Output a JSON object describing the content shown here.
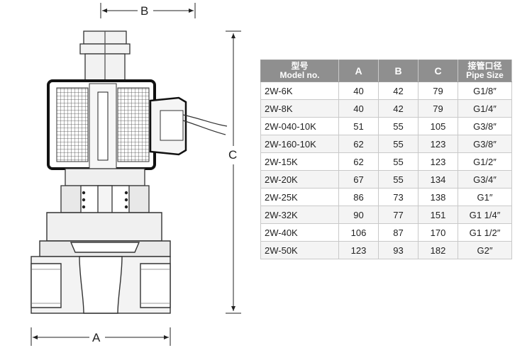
{
  "dimensions": {
    "b_label": "B",
    "a_label": "A",
    "c_label": "C"
  },
  "table": {
    "header": {
      "model_cn": "型号",
      "model_en": "Model no.",
      "col_a": "A",
      "col_b": "B",
      "col_c": "C",
      "pipe_cn": "接管口径",
      "pipe_en": "Pipe Size"
    },
    "rows": [
      {
        "model": "2W-6K",
        "a": "40",
        "b": "42",
        "c": "79",
        "pipe": "G1/8″"
      },
      {
        "model": "2W-8K",
        "a": "40",
        "b": "42",
        "c": "79",
        "pipe": "G1/4″"
      },
      {
        "model": "2W-040-10K",
        "a": "51",
        "b": "55",
        "c": "105",
        "pipe": "G3/8″"
      },
      {
        "model": "2W-160-10K",
        "a": "62",
        "b": "55",
        "c": "123",
        "pipe": "G3/8″"
      },
      {
        "model": "2W-15K",
        "a": "62",
        "b": "55",
        "c": "123",
        "pipe": "G1/2″"
      },
      {
        "model": "2W-20K",
        "a": "67",
        "b": "55",
        "c": "134",
        "pipe": "G3/4″"
      },
      {
        "model": "2W-25K",
        "a": "86",
        "b": "73",
        "c": "138",
        "pipe": "G1″"
      },
      {
        "model": "2W-32K",
        "a": "90",
        "b": "77",
        "c": "151",
        "pipe": "G1 1/4″"
      },
      {
        "model": "2W-40K",
        "a": "106",
        "b": "87",
        "c": "170",
        "pipe": "G1 1/2″"
      },
      {
        "model": "2W-50K",
        "a": "123",
        "b": "93",
        "c": "182",
        "pipe": "G2″"
      }
    ]
  }
}
